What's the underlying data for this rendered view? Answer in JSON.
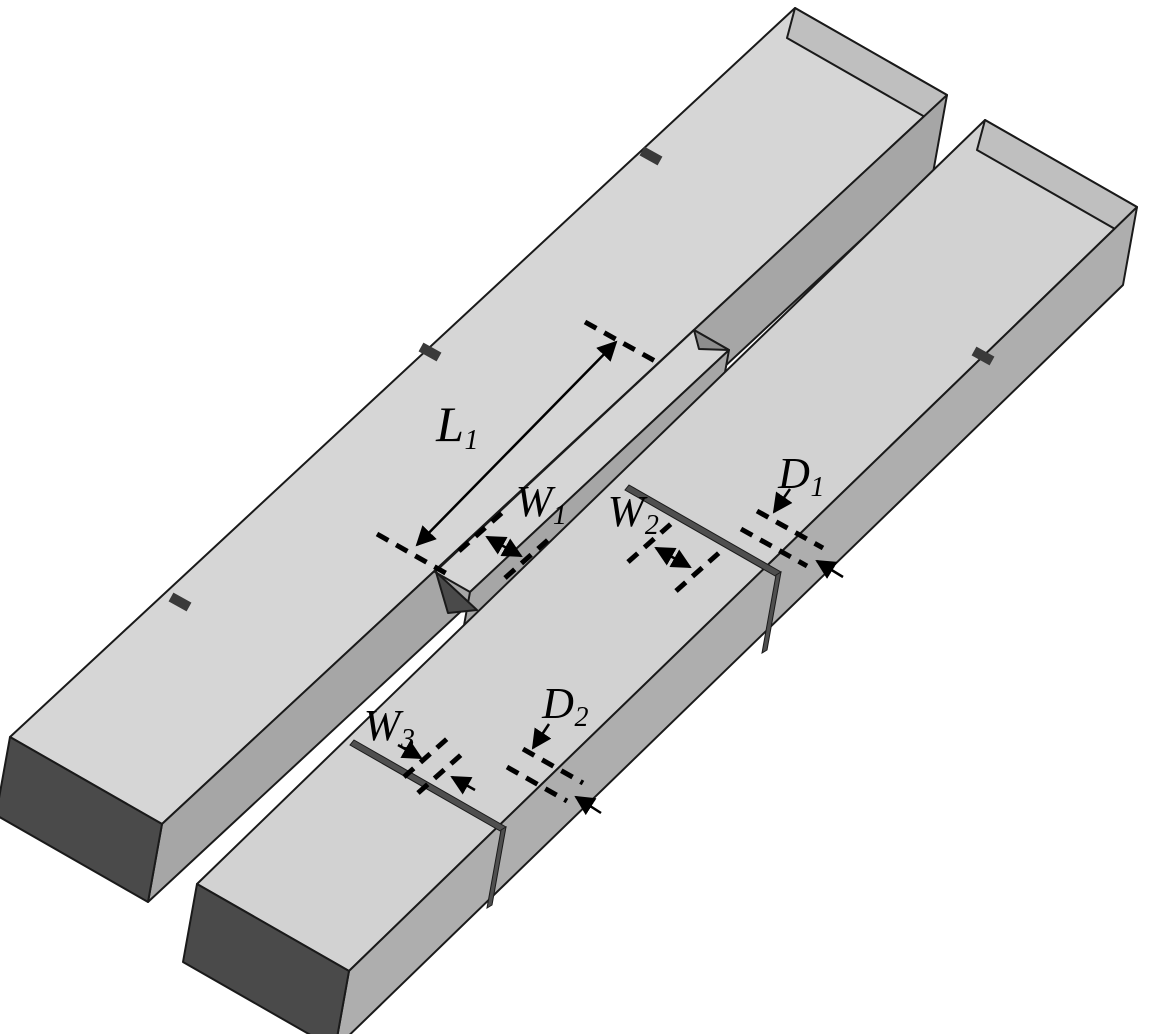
{
  "figure": {
    "description": "3D schematic of two parallel rectangular bars (coupled waveguide structure) with a widened central coupling section, thin transverse slits and small edge notches, annotated with dimension markers",
    "background": "#ffffff"
  },
  "colors": {
    "top_face": "#d6d6d6",
    "top_face_alt": "#d2d2d2",
    "side_wall": "#a6a6a6",
    "side_wall_alt": "#aeaeae",
    "far_end_face": "#bfbfbf",
    "near_end_face": "#4a4a4a",
    "step_wall": "#8e8e8e",
    "slit": "#4f4f4f",
    "outline": "#1a1a1a",
    "annotation": "#000000"
  },
  "labels": {
    "L1": {
      "main": "L",
      "sub": "1"
    },
    "W1": {
      "main": "W",
      "sub": "1"
    },
    "W2": {
      "main": "W",
      "sub": "2"
    },
    "D1": {
      "main": "D",
      "sub": "1"
    },
    "W3": {
      "main": "W",
      "sub": "3"
    },
    "D2": {
      "main": "D",
      "sub": "2"
    }
  }
}
